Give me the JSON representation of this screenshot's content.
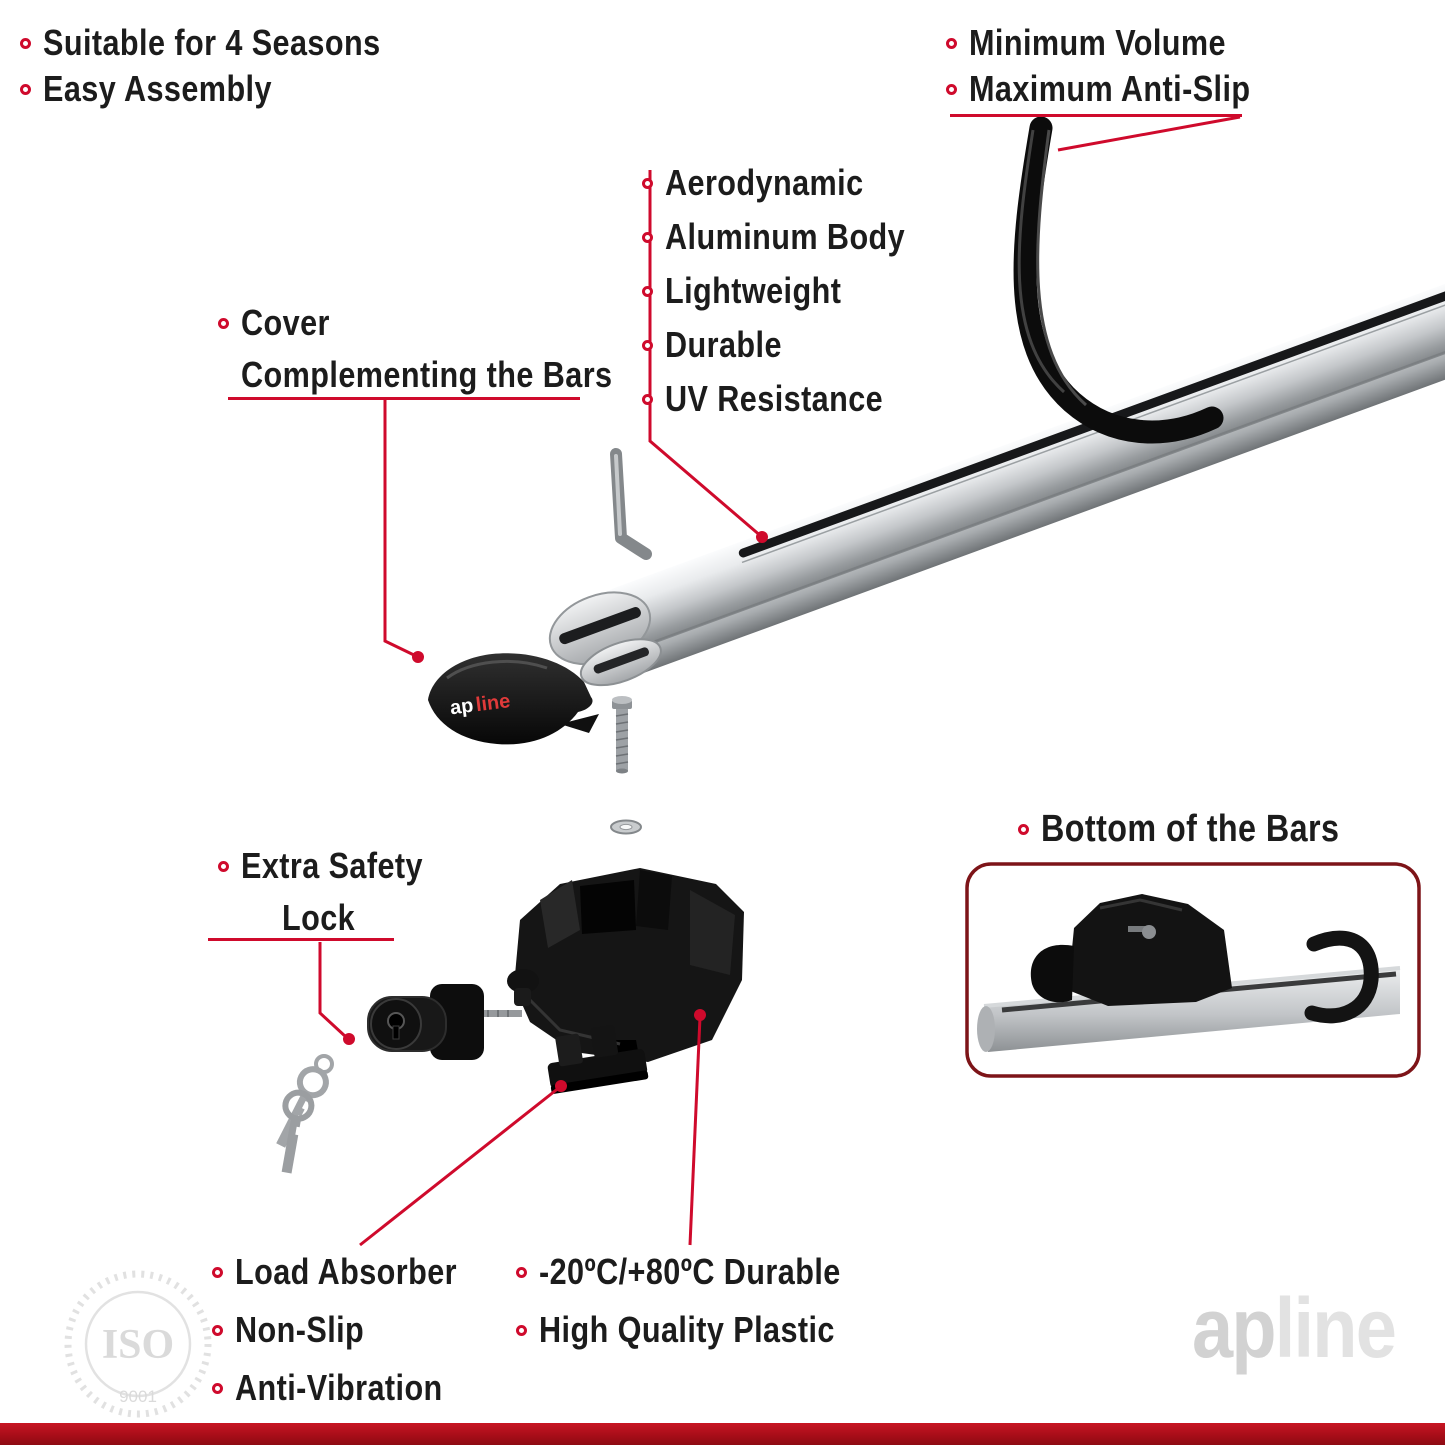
{
  "colors": {
    "accent": "#cf0a2c",
    "footer_red": "#a50d18",
    "text": "#1c1c1c",
    "silver": "#c3c6c9"
  },
  "top_left_features": [
    "Suitable for 4 Seasons",
    "Easy Assembly"
  ],
  "top_right_features": [
    "Minimum Volume",
    "Maximum Anti-Slip"
  ],
  "bar_features": [
    "Aerodynamic",
    "Aluminum Body",
    "Lightweight",
    "Durable",
    "UV Resistance"
  ],
  "cover_callout": {
    "line1": "Cover",
    "line2": "Complementing the Bars"
  },
  "lock_callout": {
    "line1": "Extra Safety",
    "line2": "Lock"
  },
  "inset_heading": "Bottom of the Bars",
  "bottom_left_features": [
    "Load Absorber",
    "Non-Slip",
    "Anti-Vibration"
  ],
  "bottom_right_features": [
    "-20ºC/+80ºC Durable",
    "High Quality Plastic"
  ],
  "cover_logo": {
    "part1": "ap",
    "part2": "line"
  },
  "watermark": {
    "part1": "ap",
    "part2": "line"
  },
  "iso_badge": {
    "line1": "ISO",
    "line2": "9001"
  }
}
